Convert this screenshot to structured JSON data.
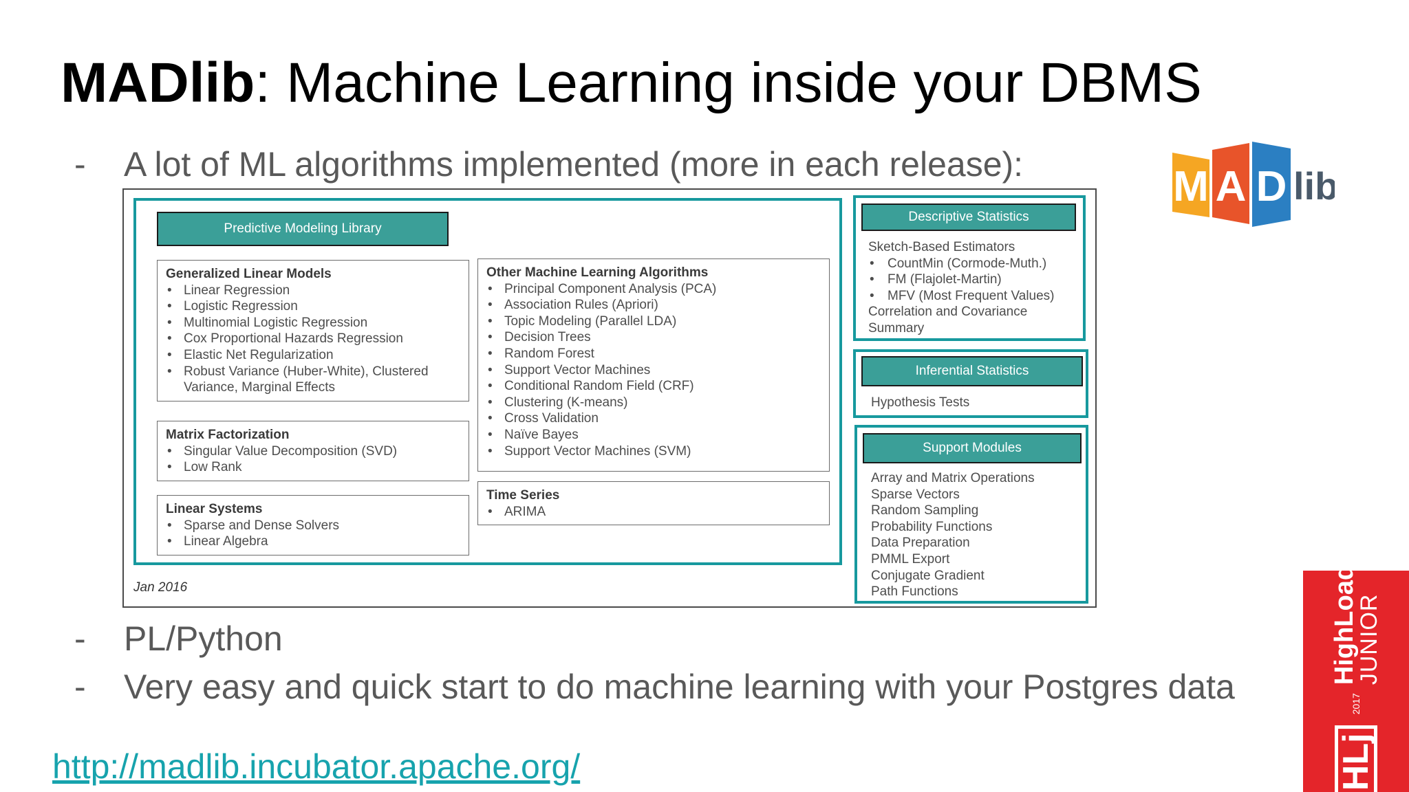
{
  "title": {
    "bold": "MADlib",
    "rest": ": Machine Learning inside your DBMS"
  },
  "bullets": [
    {
      "dash": "-",
      "text": "A lot of ML algorithms implemented (more in each release):"
    },
    {
      "dash": "-",
      "text": "PL/Python"
    },
    {
      "dash": "-",
      "text": "Very easy and quick start to do machine learning with your Postgres data"
    }
  ],
  "link": "http://madlib.incubator.apache.org/",
  "logo": {
    "letters": [
      "M",
      "A",
      "D"
    ],
    "suffix": "lib",
    "colors": [
      "#f5a623",
      "#e8542a",
      "#2b7fc2"
    ],
    "suffix_color": "#4a5a6a"
  },
  "badge": {
    "mark": "HLj",
    "name": "HighLoad",
    "sub": "JUNIOR",
    "year": "2017",
    "color": "#e4252a"
  },
  "diagram": {
    "predictive": {
      "header": "Predictive Modeling Library",
      "glm": {
        "title": "Generalized Linear Models",
        "items": [
          "Linear Regression",
          "Logistic Regression",
          "Multinomial Logistic Regression",
          "Cox Proportional Hazards Regression",
          "Elastic Net Regularization",
          "Robust Variance (Huber-White), Clustered Variance, Marginal Effects"
        ]
      },
      "matrix": {
        "title": "Matrix Factorization",
        "items": [
          "Singular Value Decomposition (SVD)",
          "Low Rank"
        ]
      },
      "linear_systems": {
        "title": "Linear Systems",
        "items": [
          "Sparse and Dense Solvers",
          "Linear Algebra"
        ]
      },
      "other": {
        "title": "Other Machine Learning Algorithms",
        "items": [
          "Principal Component Analysis (PCA)",
          "Association Rules (Apriori)",
          "Topic Modeling (Parallel LDA)",
          "Decision Trees",
          "Random Forest",
          "Support Vector Machines",
          "Conditional Random Field (CRF)",
          "Clustering (K-means)",
          "Cross Validation",
          "Naïve Bayes",
          "Support Vector Machines (SVM)"
        ]
      },
      "time_series": {
        "title": "Time Series",
        "items": [
          "ARIMA"
        ]
      }
    },
    "descriptive": {
      "header": "Descriptive Statistics",
      "sketch_title": "Sketch-Based Estimators",
      "sketch_items": [
        "CountMin (Cormode-Muth.)",
        "FM (Flajolet-Martin)",
        "MFV (Most Frequent Values)"
      ],
      "extra": [
        "Correlation and Covariance",
        "Summary"
      ]
    },
    "inferential": {
      "header": "Inferential Statistics",
      "items": [
        "Hypothesis Tests"
      ]
    },
    "support": {
      "header": "Support Modules",
      "items": [
        "Array and Matrix Operations",
        "Sparse Vectors",
        "Random Sampling",
        "Probability Functions",
        "Data Preparation",
        "PMML Export",
        "Conjugate Gradient",
        "Path Functions"
      ]
    },
    "date": "Jan 2016"
  }
}
